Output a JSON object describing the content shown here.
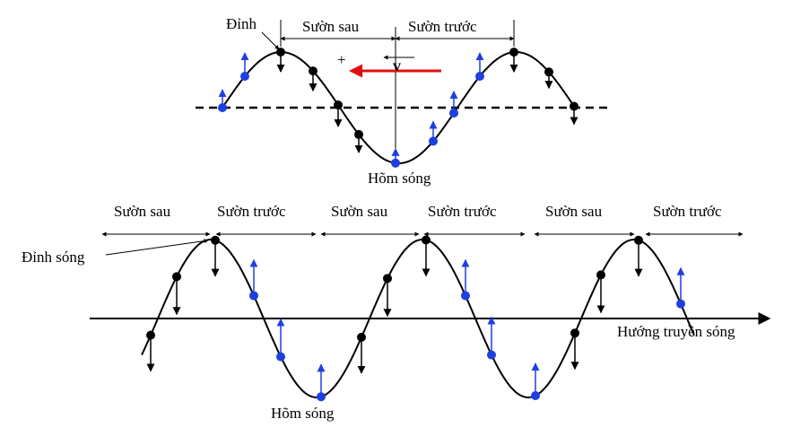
{
  "top_diagram": {
    "crest_label": "Đỉnh",
    "back_slope_label": "Sườn sau",
    "front_slope_label": "Sườn trước",
    "plus_label": "+",
    "velocity_label": "v",
    "trough_label": "Hõm sóng"
  },
  "bottom_diagram": {
    "slope_labels": [
      "Sườn sau",
      "Sườn trước",
      "Sườn sau",
      "Sườn trước",
      "Sườn sau",
      "Sườn trước"
    ],
    "crest_label": "Đỉnh sóng",
    "trough_label": "Hõm sóng",
    "direction_label": "Hướng truyền sóng"
  },
  "colors": {
    "curve": "#000000",
    "moving_down_points": "#000000",
    "moving_up_points": "#1f3fe0",
    "velocity_arrow": "#e01010"
  }
}
